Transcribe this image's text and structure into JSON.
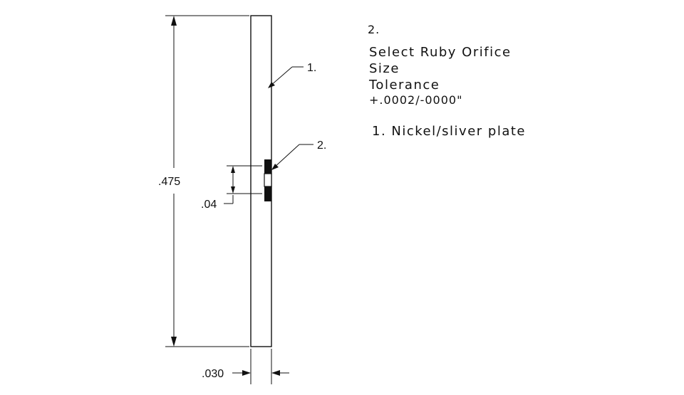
{
  "dimensions": {
    "height": ".475",
    "orifice_spacing": ".04",
    "width": ".030"
  },
  "callouts": {
    "part_1": "1.",
    "part_2": "2."
  },
  "notes": {
    "note_2_number": "2.",
    "note_2_line1": "Select Ruby Orifice",
    "note_2_line2": "Size",
    "note_2_line3": "Tolerance",
    "note_2_line4": "+.0002/-0000\"",
    "note_1": "1. Nickel/sliver plate"
  }
}
